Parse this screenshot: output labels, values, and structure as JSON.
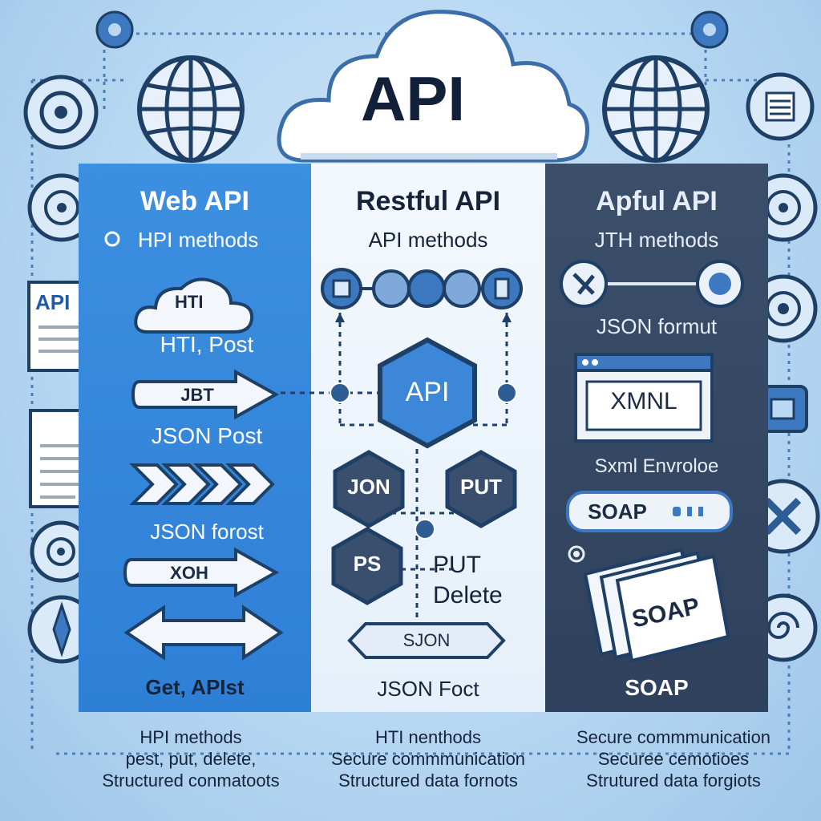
{
  "cloud": {
    "label": "API"
  },
  "center_hex": {
    "label": "API"
  },
  "columns": {
    "web": {
      "title": "Web API",
      "methods_label": "HPI methods",
      "cloud_label": "HTI",
      "line1": "HTI, Post",
      "arrow1_label": "JBT",
      "line2": "JSON Post",
      "line3": "JSON forost",
      "arrow2_label": "XOH",
      "bottom": "Get, APIst"
    },
    "rest": {
      "title": "Restful API",
      "methods_label": "API methods",
      "hex_left": "JON",
      "hex_right": "PUT",
      "hex_bottom": "PS",
      "put_label": "PUT",
      "delete_label": "Delete",
      "tag_label": "SJON",
      "bottom": "JSON Foct"
    },
    "soap": {
      "title": "Apful API",
      "methods_label": "JTH methods",
      "json_format": "JSON formut",
      "xml_window": "XMNL",
      "envelope": "Sxml Envroloe",
      "soap_toggle": "SOAP",
      "soap_pages": "SOAP",
      "bottom": "SOAP"
    }
  },
  "side_left": {
    "doc_label": "API"
  },
  "footers": {
    "web": [
      "HPI methods",
      "pest, put, delete,",
      "Structured conmatoots"
    ],
    "rest": [
      "HTI nenthods",
      "Secure commmunication",
      "Structured data fornots"
    ],
    "soap": [
      "Secure commmunication",
      "Securee cemotioes",
      "Strutured data forgiots"
    ]
  },
  "colors": {
    "web": "#2e7fd6",
    "rest": "#eef5fc",
    "soap": "#34475f",
    "accent": "#3a7fd0",
    "ink": "#16243a"
  }
}
